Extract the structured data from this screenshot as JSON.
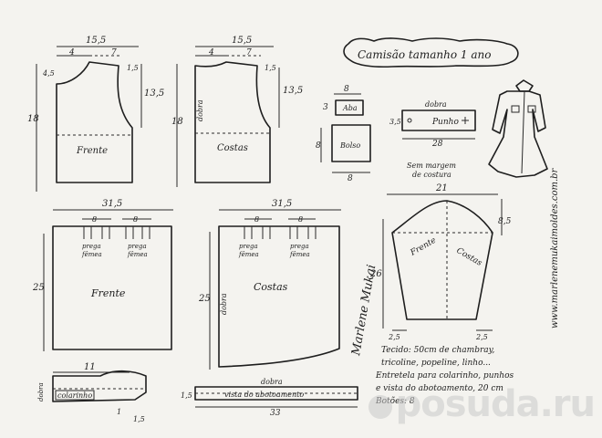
{
  "title": "Camisão tamanho 1 ano",
  "website": "www.marlenemukaimoldes.com.br",
  "signature": "Marlene Mukai",
  "labels": {
    "frente": "Frente",
    "costas": "Costas",
    "aba": "Aba",
    "bolso": "Bolso",
    "punho": "Punho",
    "dobra": "dobra",
    "sem_margem_1": "Sem margem",
    "sem_margem_2": "de costura",
    "prega": "prega",
    "femea": "fêmea",
    "colarinho": "colarinho",
    "vista": "vista do abotoamento"
  },
  "measures": {
    "w_15_5": "15,5",
    "w_4": "4",
    "w_7": "7",
    "h_1_5": "1,5",
    "h_4_5": "4,5",
    "h_13_5": "13,5",
    "h_18": "18",
    "w_31_5": "31,5",
    "w_8": "8",
    "h_25": "25",
    "w_3": "3",
    "h_3_5": "3,5",
    "w_28": "28",
    "w_21": "21",
    "h_8_5": "8,5",
    "h_26": "26",
    "w_2_5": "2,5",
    "w_11": "11",
    "w_1": "1",
    "w_33": "33"
  },
  "notes": [
    "Tecido: 50cm de chambray,",
    "tricoline, popeline, linho...",
    "Entretela para colarinho, punhos",
    "e vista do abotoamento, 20 cm",
    "Botões: 8"
  ],
  "watermark": "posuda.ru"
}
